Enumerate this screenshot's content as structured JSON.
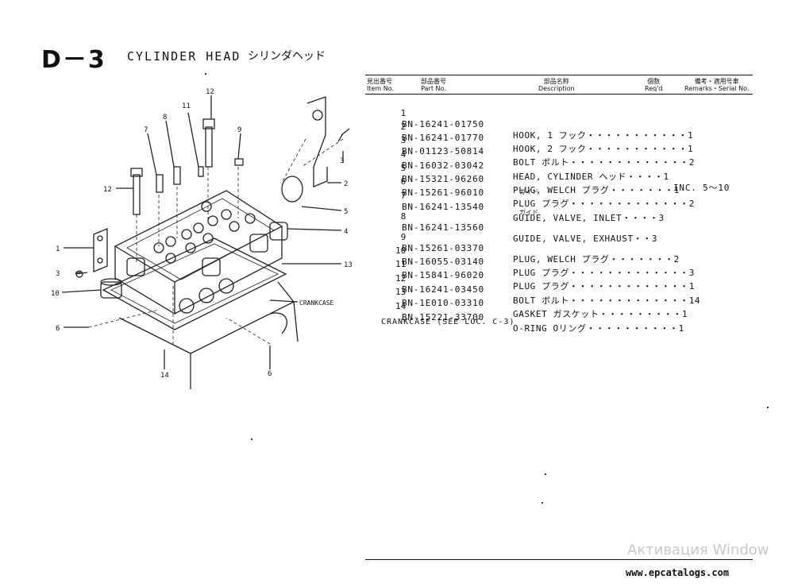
{
  "page": {
    "code": "D－3",
    "title": "CYLINDER HEAD",
    "title_jp": "シリンダヘッド"
  },
  "table": {
    "headers": {
      "item_jp": "見出番号",
      "item": "Item No.",
      "part_jp": "部品番号",
      "part": "Part No.",
      "desc_jp": "部品名称",
      "desc": "Description",
      "req_jp": "個数",
      "req": "Req'd",
      "remarks_jp": "備考・適用号車",
      "remarks": "Remarks・Serial No."
    },
    "rows": [
      {
        "no": "1",
        "part": "BN-16241-01750",
        "desc": "HOOK, 1 フック・・・・・・・・・・・1",
        "desc2": "",
        "remarks": ""
      },
      {
        "no": "2",
        "part": "BN-16241-01770",
        "desc": "HOOK, 2 フック・・・・・・・・・・・1",
        "desc2": "",
        "remarks": ""
      },
      {
        "no": "3",
        "part": "BN-01123-50814",
        "desc": "BOLT ボルト・・・・・・・・・・・・・2",
        "desc2": "",
        "remarks": ""
      },
      {
        "no": "4",
        "part": "BN-16032-03042",
        "desc": "HEAD, CYLINDER ヘッド・・・・1",
        "desc2": "",
        "remarks": "INC. 5〜10"
      },
      {
        "no": "5",
        "part": "BN-15321-96260",
        "desc": "PLUG, WELCH プラグ・・・・・・・1",
        "desc2": "",
        "remarks": ""
      },
      {
        "no": "6",
        "part": "BN-15261-96010",
        "desc": "PLUG プラグ・・・・・・・・・・・・・2",
        "desc2": "",
        "remarks": ""
      },
      {
        "no": "7",
        "part": "BN-16241-13540",
        "desc": "GUIDE, VALVE, INLET・・・・3",
        "desc2": "ガイド",
        "remarks": ""
      },
      {
        "no": "8",
        "part": "BN-16241-13560",
        "desc": "GUIDE, VALVE, EXHAUST・・3",
        "desc2": "ガイド",
        "remarks": ""
      },
      {
        "no": "9",
        "part": "BN-15261-03370",
        "desc": "PLUG, WELCH プラグ・・・・・・・2",
        "desc2": "",
        "remarks": ""
      },
      {
        "no": "10",
        "part": "BN-16055-03140",
        "desc": "PLUG プラグ・・・・・・・・・・・・・3",
        "desc2": "",
        "remarks": ""
      },
      {
        "no": "11",
        "part": "BN-15841-96020",
        "desc": "PLUG プラグ・・・・・・・・・・・・・1",
        "desc2": "",
        "remarks": ""
      },
      {
        "no": "12",
        "part": "BN-16241-03450",
        "desc": "BOLT ボルト・・・・・・・・・・・・・14",
        "desc2": "",
        "remarks": ""
      },
      {
        "no": "13",
        "part": "BN-1E010-03310",
        "desc": "GASKET ガスケット・・・・・・・・・1",
        "desc2": "",
        "remarks": ""
      },
      {
        "no": "14",
        "part": "BN-15221-33700",
        "desc": "O-RING Oリング・・・・・・・・・・1",
        "desc2": "",
        "remarks": ""
      }
    ]
  },
  "note": "CRANKCASE (SEE LOC. C-3)",
  "diagram": {
    "callouts": [
      "12",
      "11",
      "8",
      "7",
      "9",
      "12",
      "1",
      "3",
      "10",
      "6",
      "14",
      "6",
      "3",
      "2",
      "5",
      "4",
      "13",
      "CRANKCASE"
    ]
  },
  "footer": {
    "website": "www.epcatalogs.com",
    "watermark_line1": "Активация Window",
    "watermark_line2": "ть Win"
  }
}
